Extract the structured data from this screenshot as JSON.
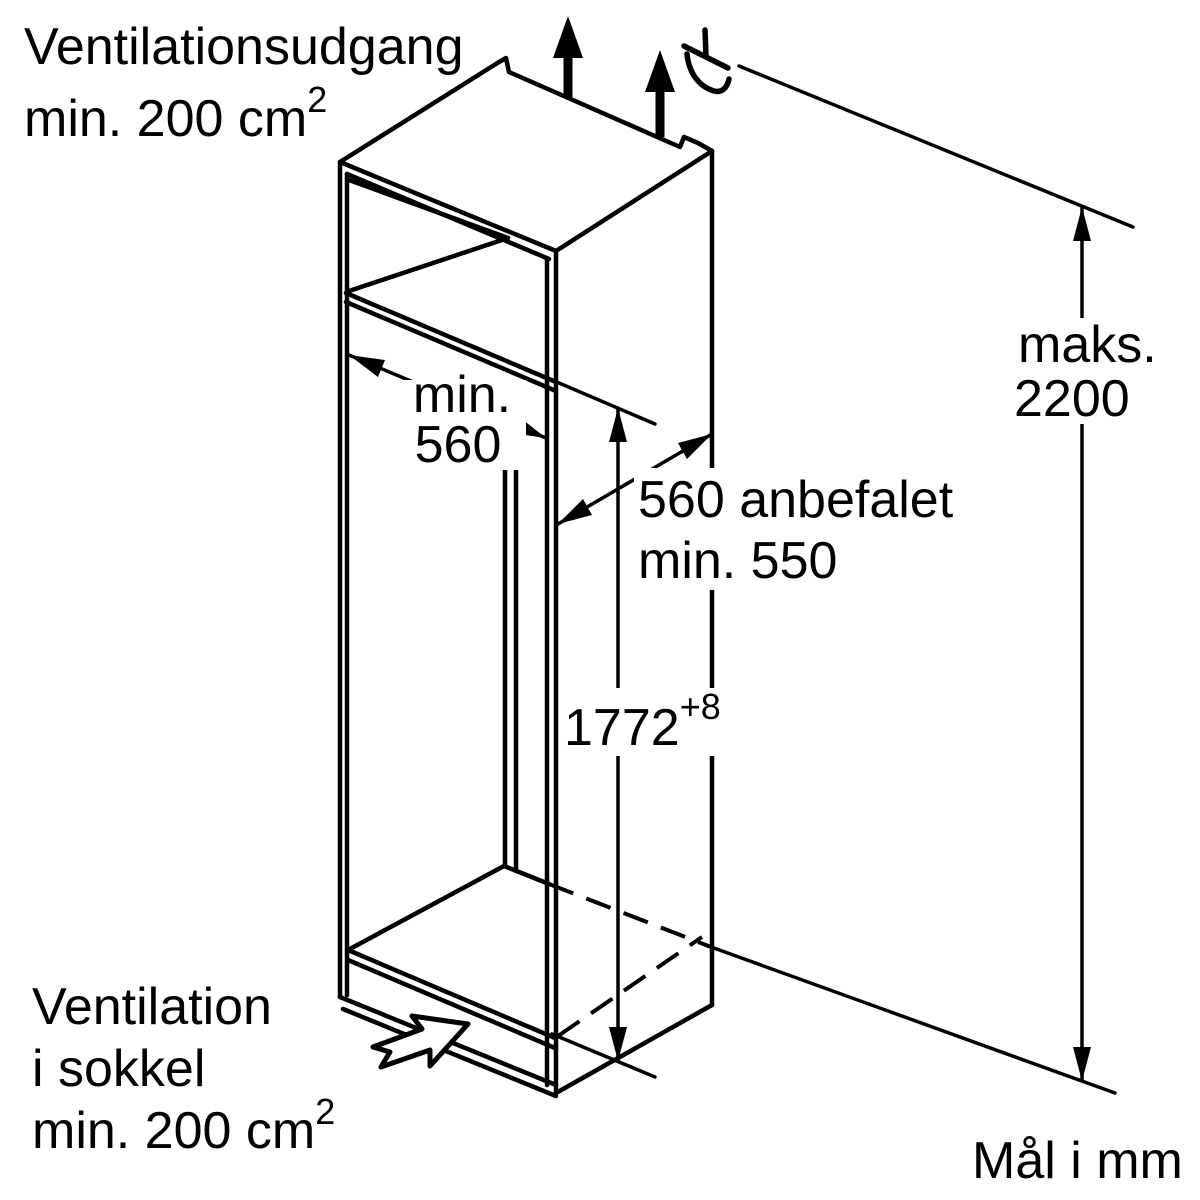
{
  "diagram": {
    "type": "installation-dimension-drawing",
    "subject": "built-in appliance niche with ventilation",
    "colors": {
      "line": "#000000",
      "background": "#ffffff"
    },
    "labels": {
      "top_vent": {
        "line1": "Ventilationsudgang",
        "line2": "min. 200 cm",
        "line2_sup": "2"
      },
      "bottom_vent": {
        "line1": "Ventilation",
        "line2": "i sokkel",
        "line3": "min. 200 cm",
        "line3_sup": "2"
      },
      "units_note": "Mål i mm"
    },
    "dimensions": {
      "niche_width": {
        "word": "min.",
        "value": "560"
      },
      "niche_depth": {
        "line1": "560 anbefalet",
        "line2": "min. 550"
      },
      "niche_height": {
        "value": "1772",
        "tolerance_sup": "+8"
      },
      "max_height": {
        "word": "maks.",
        "value": "2200"
      }
    },
    "icons": {
      "top_airflow": "up-arrow-solid (x2)",
      "airflow_bend": "curved-deflector-glyph",
      "plinth_airflow": "outline-block-arrow-up-right"
    }
  }
}
